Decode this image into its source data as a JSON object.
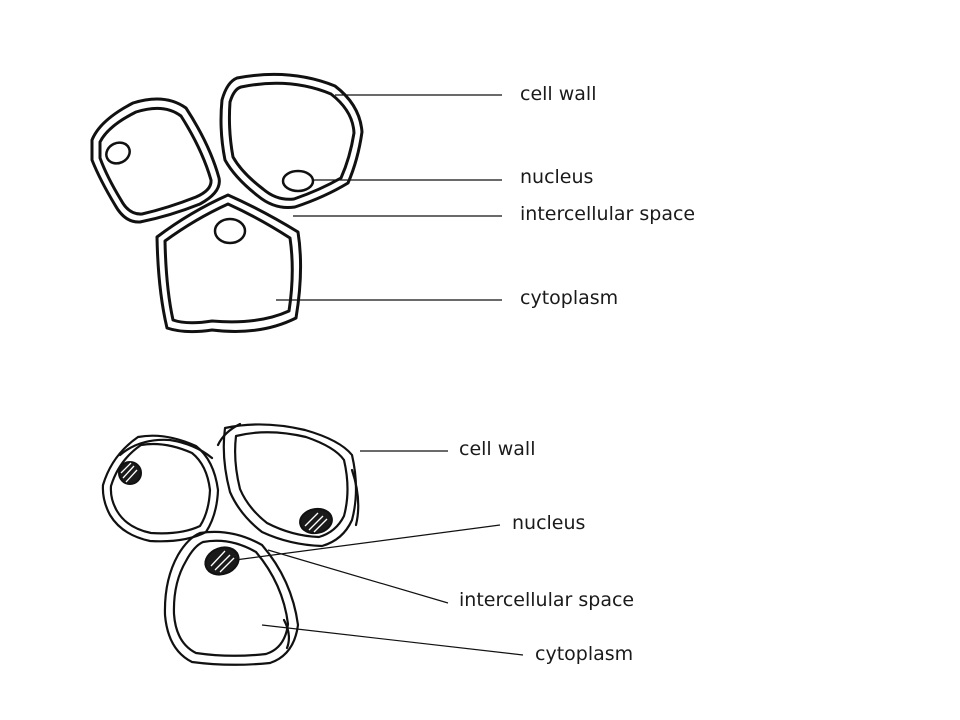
{
  "diagrams": [
    {
      "labels": [
        {
          "text": "cell wall"
        },
        {
          "text": "nucleus"
        },
        {
          "text": "intercellular space"
        },
        {
          "text": "cytoplasm"
        }
      ]
    },
    {
      "labels": [
        {
          "text": "cell wall"
        },
        {
          "text": "nucleus"
        },
        {
          "text": "intercellular space"
        },
        {
          "text": "cytoplasm"
        }
      ]
    }
  ],
  "colors": {
    "ink": "#111111",
    "background": "#ffffff"
  }
}
